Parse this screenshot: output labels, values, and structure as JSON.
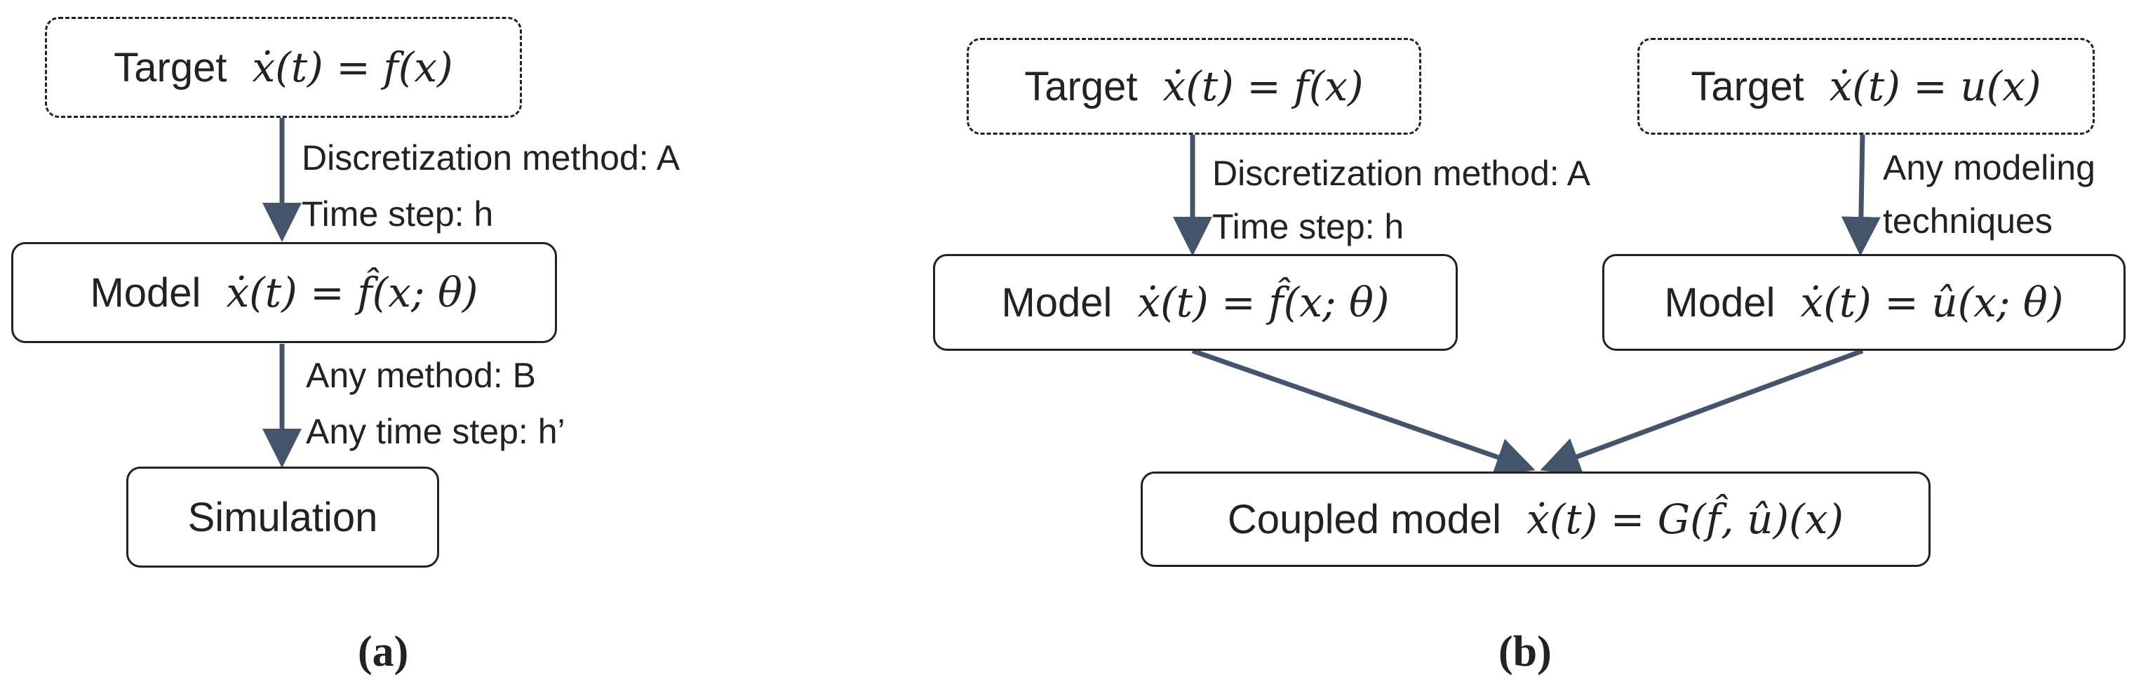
{
  "panel_a": {
    "caption": "(a)",
    "target": {
      "word": "Target",
      "equation": "ẋ(t) = f(x)"
    },
    "model": {
      "word": "Model",
      "equation": "ẋ(t) = f̂(x; θ)"
    },
    "simulation": {
      "label": "Simulation"
    },
    "edge_target_model": {
      "line1": "Discretization method: A",
      "line2": "Time step: h"
    },
    "edge_model_simulation": {
      "line1": "Any method: B",
      "line2": "Any time step: h’"
    }
  },
  "panel_b": {
    "caption": "(b)",
    "target_f": {
      "word": "Target",
      "equation": "ẋ(t) = f(x)"
    },
    "target_u": {
      "word": "Target",
      "equation": "ẋ(t) = u(x)"
    },
    "model_f": {
      "word": "Model",
      "equation": "ẋ(t) = f̂(x; θ)"
    },
    "model_u": {
      "word": "Model",
      "equation": "ẋ(t) = û(x; θ)"
    },
    "coupled": {
      "word": "Coupled model",
      "equation": "ẋ(t) = G(f̂, û)(x)"
    },
    "edge_target_f_model": {
      "line1": "Discretization method: A",
      "line2": "Time step: h"
    },
    "edge_target_u_model": {
      "line1": "Any modeling",
      "line2": "techniques"
    }
  },
  "colors": {
    "arrow": "#44546a",
    "box_border": "#222222",
    "text": "#222222"
  }
}
